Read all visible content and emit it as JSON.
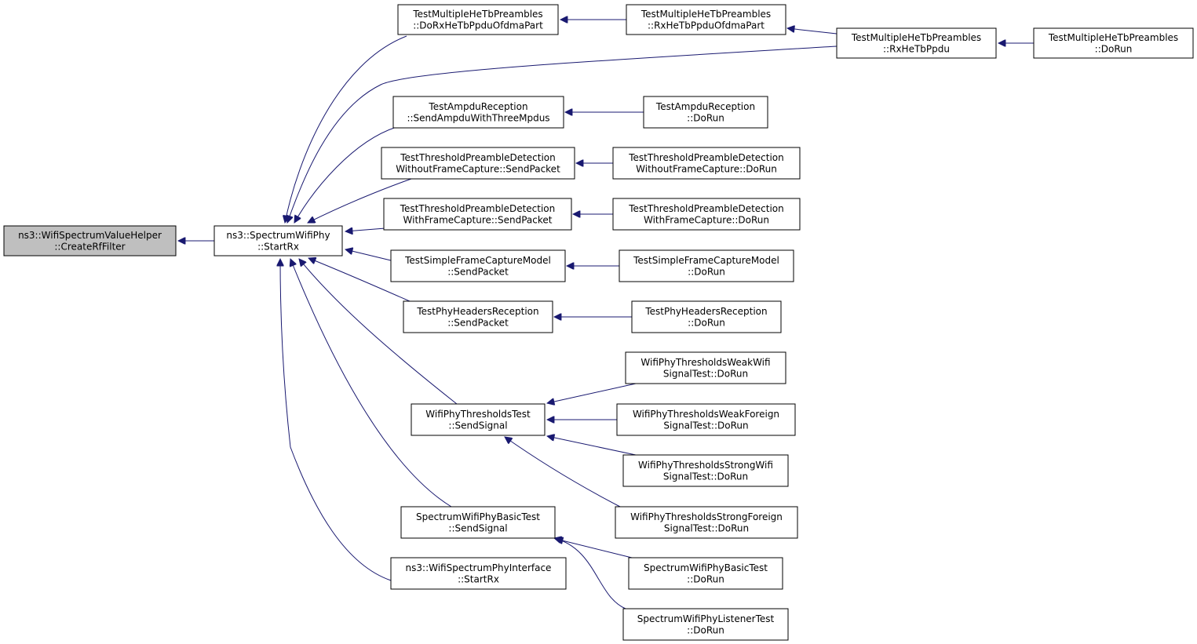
{
  "colors": {
    "edge": "#191970",
    "node_border": "#000000",
    "root_fill": "#bfbfbf",
    "node_fill": "#ffffff"
  },
  "nodes": [
    {
      "id": "createrf",
      "lines": [
        "ns3::WifiSpectrumValueHelper",
        "::CreateRfFilter"
      ]
    },
    {
      "id": "startrx",
      "lines": [
        "ns3::SpectrumWifiPhy",
        "::StartRx"
      ]
    },
    {
      "id": "dorxhetb",
      "lines": [
        "TestMultipleHeTbPreambles",
        "::DoRxHeTbPpduOfdmaPart"
      ]
    },
    {
      "id": "rxhetbofdma",
      "lines": [
        "TestMultipleHeTbPreambles",
        "::RxHeTbPpduOfdmaPart"
      ]
    },
    {
      "id": "rxhetb",
      "lines": [
        "TestMultipleHeTbPreambles",
        "::RxHeTbPpdu"
      ]
    },
    {
      "id": "mhe_dorun",
      "lines": [
        "TestMultipleHeTbPreambles",
        "::DoRun"
      ]
    },
    {
      "id": "ampdu_send",
      "lines": [
        "TestAmpduReception",
        "::SendAmpduWithThreeMpdus"
      ]
    },
    {
      "id": "ampdu_dorun",
      "lines": [
        "TestAmpduReception",
        "::DoRun"
      ]
    },
    {
      "id": "tpd_wo_send",
      "lines": [
        "TestThresholdPreambleDetection",
        "WithoutFrameCapture::SendPacket"
      ]
    },
    {
      "id": "tpd_wo_dorun",
      "lines": [
        "TestThresholdPreambleDetection",
        "WithoutFrameCapture::DoRun"
      ]
    },
    {
      "id": "tpd_w_send",
      "lines": [
        "TestThresholdPreambleDetection",
        "WithFrameCapture::SendPacket"
      ]
    },
    {
      "id": "tpd_w_dorun",
      "lines": [
        "TestThresholdPreambleDetection",
        "WithFrameCapture::DoRun"
      ]
    },
    {
      "id": "sfc_send",
      "lines": [
        "TestSimpleFrameCaptureModel",
        "::SendPacket"
      ]
    },
    {
      "id": "sfc_dorun",
      "lines": [
        "TestSimpleFrameCaptureModel",
        "::DoRun"
      ]
    },
    {
      "id": "phr_send",
      "lines": [
        "TestPhyHeadersReception",
        "::SendPacket"
      ]
    },
    {
      "id": "phr_dorun",
      "lines": [
        "TestPhyHeadersReception",
        "::DoRun"
      ]
    },
    {
      "id": "wpt_send",
      "lines": [
        "WifiPhyThresholdsTest",
        "::SendSignal"
      ]
    },
    {
      "id": "wpt_ww",
      "lines": [
        "WifiPhyThresholdsWeakWifi",
        "SignalTest::DoRun"
      ]
    },
    {
      "id": "wpt_wf",
      "lines": [
        "WifiPhyThresholdsWeakForeign",
        "SignalTest::DoRun"
      ]
    },
    {
      "id": "wpt_sw",
      "lines": [
        "WifiPhyThresholdsStrongWifi",
        "SignalTest::DoRun"
      ]
    },
    {
      "id": "wpt_sf",
      "lines": [
        "WifiPhyThresholdsStrongForeign",
        "SignalTest::DoRun"
      ]
    },
    {
      "id": "swpb_send",
      "lines": [
        "SpectrumWifiPhyBasicTest",
        "::SendSignal"
      ]
    },
    {
      "id": "swpb_dorun",
      "lines": [
        "SpectrumWifiPhyBasicTest",
        "::DoRun"
      ]
    },
    {
      "id": "swpl_dorun",
      "lines": [
        "SpectrumWifiPhyListenerTest",
        "::DoRun"
      ]
    },
    {
      "id": "wspi_startrx",
      "lines": [
        "ns3::WifiSpectrumPhyInterface",
        "::StartRx"
      ]
    }
  ],
  "edges": [
    {
      "from": "startrx",
      "to": "createrf"
    },
    {
      "from": "dorxhetb",
      "to": "startrx"
    },
    {
      "from": "rxhetb",
      "to": "startrx"
    },
    {
      "from": "ampdu_send",
      "to": "startrx"
    },
    {
      "from": "tpd_wo_send",
      "to": "startrx"
    },
    {
      "from": "tpd_w_send",
      "to": "startrx"
    },
    {
      "from": "sfc_send",
      "to": "startrx"
    },
    {
      "from": "phr_send",
      "to": "startrx"
    },
    {
      "from": "wpt_send",
      "to": "startrx"
    },
    {
      "from": "swpb_send",
      "to": "startrx"
    },
    {
      "from": "wspi_startrx",
      "to": "startrx"
    },
    {
      "from": "rxhetbofdma",
      "to": "dorxhetb"
    },
    {
      "from": "rxhetb",
      "to": "rxhetbofdma"
    },
    {
      "from": "mhe_dorun",
      "to": "rxhetb"
    },
    {
      "from": "ampdu_dorun",
      "to": "ampdu_send"
    },
    {
      "from": "tpd_wo_dorun",
      "to": "tpd_wo_send"
    },
    {
      "from": "tpd_w_dorun",
      "to": "tpd_w_send"
    },
    {
      "from": "sfc_dorun",
      "to": "sfc_send"
    },
    {
      "from": "phr_dorun",
      "to": "phr_send"
    },
    {
      "from": "wpt_ww",
      "to": "wpt_send"
    },
    {
      "from": "wpt_wf",
      "to": "wpt_send"
    },
    {
      "from": "wpt_sw",
      "to": "wpt_send"
    },
    {
      "from": "wpt_sf",
      "to": "wpt_send"
    },
    {
      "from": "swpb_dorun",
      "to": "swpb_send"
    },
    {
      "from": "swpl_dorun",
      "to": "swpb_send"
    }
  ]
}
